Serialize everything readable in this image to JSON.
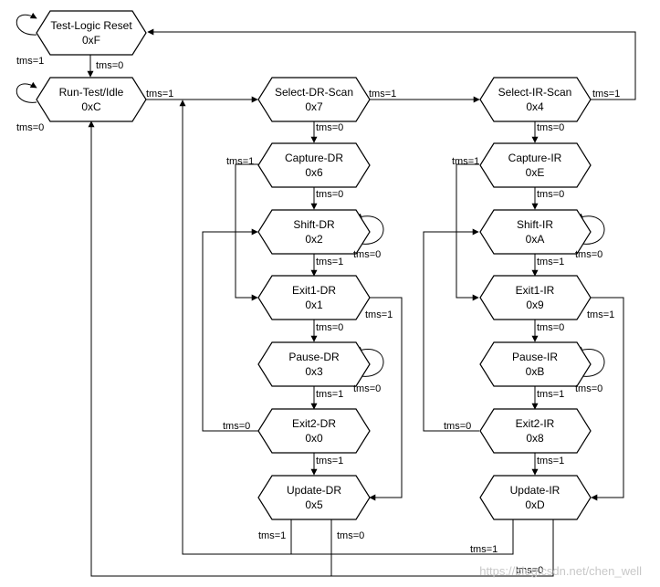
{
  "states": {
    "test_logic_reset": {
      "name": "Test-Logic Reset",
      "code": "0xF"
    },
    "run_test_idle": {
      "name": "Run-Test/Idle",
      "code": "0xC"
    },
    "select_dr_scan": {
      "name": "Select-DR-Scan",
      "code": "0x7"
    },
    "capture_dr": {
      "name": "Capture-DR",
      "code": "0x6"
    },
    "shift_dr": {
      "name": "Shift-DR",
      "code": "0x2"
    },
    "exit1_dr": {
      "name": "Exit1-DR",
      "code": "0x1"
    },
    "pause_dr": {
      "name": "Pause-DR",
      "code": "0x3"
    },
    "exit2_dr": {
      "name": "Exit2-DR",
      "code": "0x0"
    },
    "update_dr": {
      "name": "Update-DR",
      "code": "0x5"
    },
    "select_ir_scan": {
      "name": "Select-IR-Scan",
      "code": "0x4"
    },
    "capture_ir": {
      "name": "Capture-IR",
      "code": "0xE"
    },
    "shift_ir": {
      "name": "Shift-IR",
      "code": "0xA"
    },
    "exit1_ir": {
      "name": "Exit1-IR",
      "code": "0x9"
    },
    "pause_ir": {
      "name": "Pause-IR",
      "code": "0xB"
    },
    "exit2_ir": {
      "name": "Exit2-IR",
      "code": "0x8"
    },
    "update_ir": {
      "name": "Update-IR",
      "code": "0xD"
    }
  },
  "labels": {
    "tms0": "tms=0",
    "tms1": "tms=1"
  },
  "watermark": "https://blog.csdn.net/chen_well"
}
